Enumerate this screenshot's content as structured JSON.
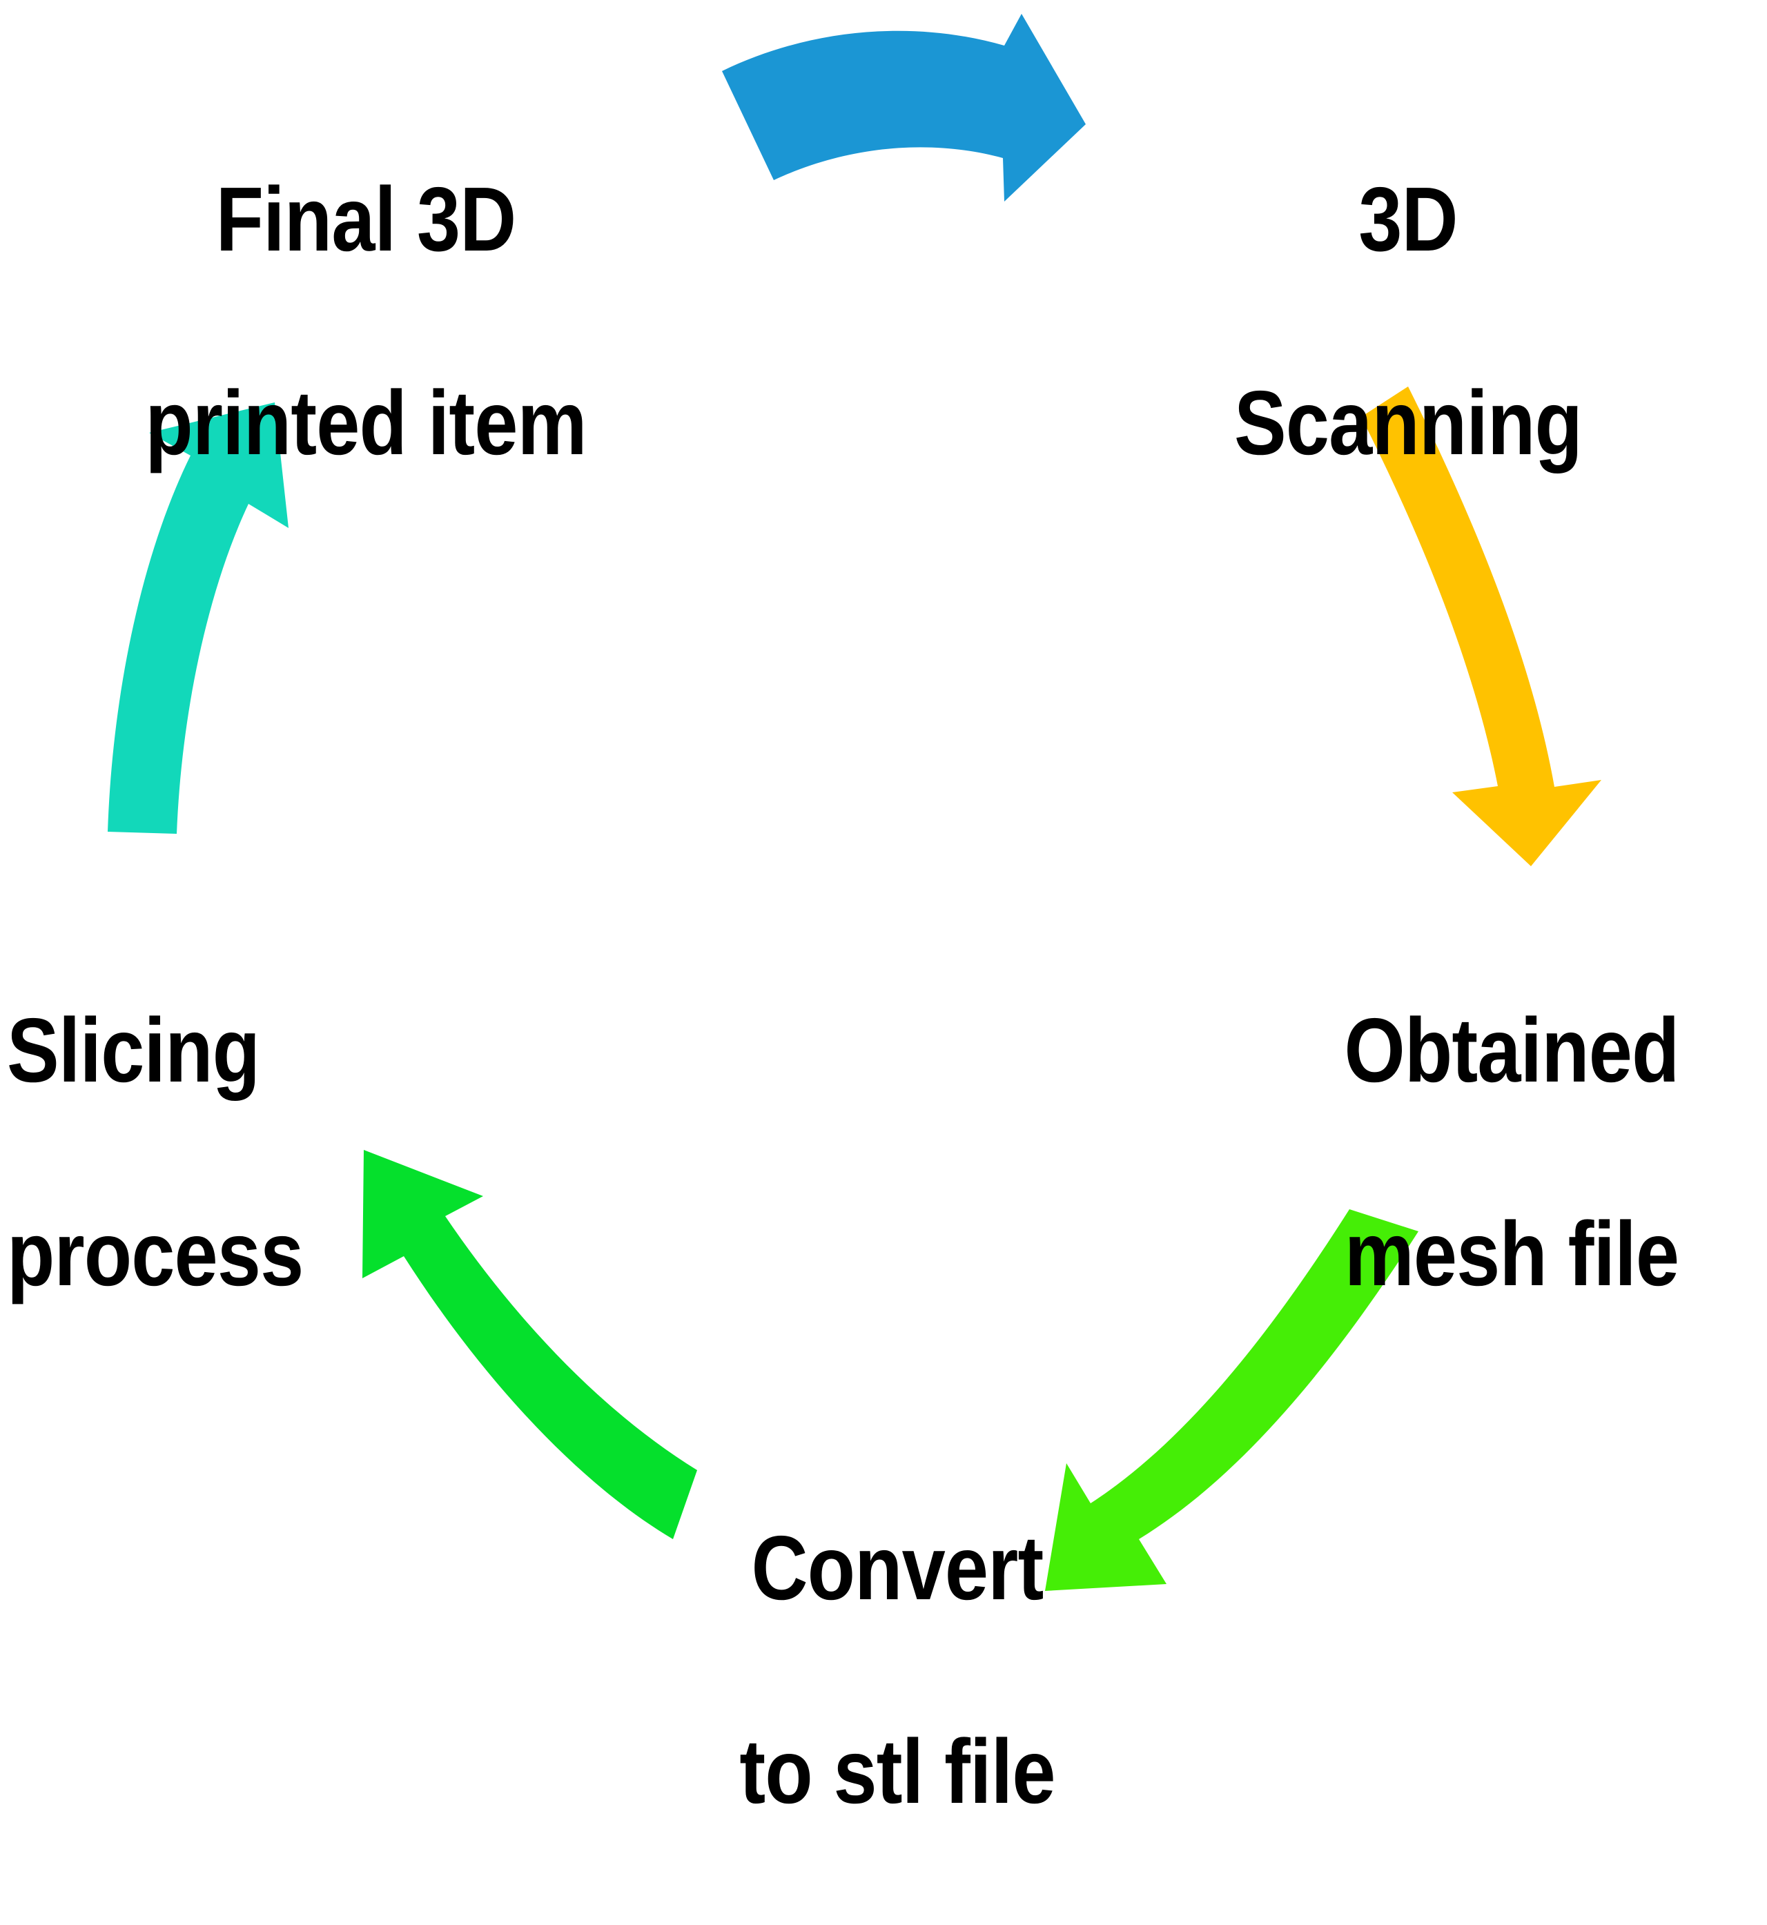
{
  "diagram": {
    "title": "3D printing workflow cycle",
    "type": "circular-process-cycle",
    "background_color": "#FFFFFF",
    "text_color": "#000000",
    "direction": "clockwise",
    "steps": [
      {
        "id": "three-d-scanning",
        "label": "3D\nScanning",
        "line1": "3D",
        "line2": "Scanning",
        "position": "top-right"
      },
      {
        "id": "obtained-mesh-file",
        "label": "Obtained\nmesh file",
        "line1": "Obtained",
        "line2": "mesh file",
        "position": "right"
      },
      {
        "id": "convert-to-stl-file",
        "label": "Convert\nto stl file",
        "line1": "Convert",
        "line2": "to stl file",
        "position": "bottom"
      },
      {
        "id": "slicing-process",
        "label": "Slicing\nprocess",
        "line1": "Slicing",
        "line2": "process",
        "position": "left"
      },
      {
        "id": "final-3d-printed-item",
        "label": "Final 3D\nprinted item",
        "line1": "Final 3D",
        "line2": "printed item",
        "position": "top-left"
      }
    ],
    "arrows": [
      {
        "id": "arrow-top-blue",
        "color": "#1B96D4",
        "from": "final-3d-printed-item",
        "to": "three-d-scanning",
        "points": "right-down",
        "position": "top-center"
      },
      {
        "id": "arrow-right-yellow",
        "color": "#FFC200",
        "from": "three-d-scanning",
        "to": "obtained-mesh-file",
        "points": "down",
        "position": "right"
      },
      {
        "id": "arrow-bottom-right-green",
        "color": "#45EE06",
        "from": "obtained-mesh-file",
        "to": "convert-to-stl-file",
        "points": "down-left",
        "position": "bottom-right"
      },
      {
        "id": "arrow-bottom-left-green",
        "color": "#05E02C",
        "from": "convert-to-stl-file",
        "to": "slicing-process",
        "points": "up-left",
        "position": "bottom-left"
      },
      {
        "id": "arrow-left-cyan",
        "color": "#12D8BA",
        "from": "slicing-process",
        "to": "final-3d-printed-item",
        "points": "up-right",
        "position": "left"
      }
    ]
  }
}
